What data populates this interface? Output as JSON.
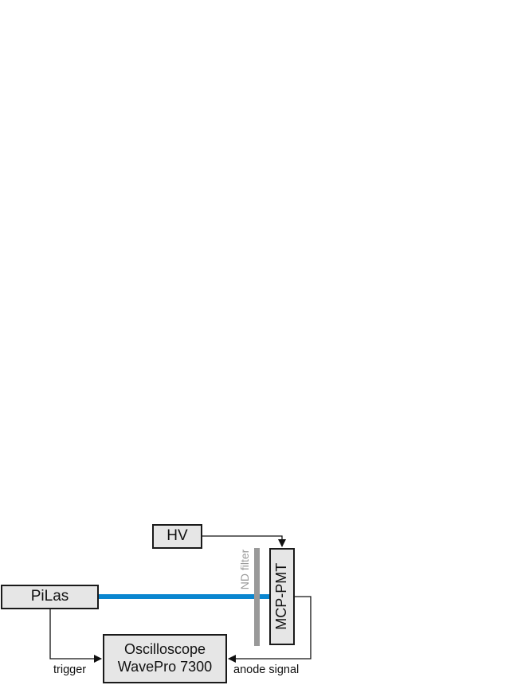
{
  "diagram": {
    "nodes": {
      "hv": {
        "label": "HV"
      },
      "pilas": {
        "label": "PiLas"
      },
      "oscilloscope": {
        "line1": "Oscilloscope",
        "line2": "WavePro 7300"
      },
      "mcp_pmt": {
        "label": "MCP-PMT"
      },
      "nd_filter": {
        "label": "ND filter"
      }
    },
    "edges": {
      "trigger": {
        "label": "trigger",
        "from": "PiLas",
        "to": "Oscilloscope"
      },
      "anode_signal": {
        "label": "anode signal",
        "from": "MCP-PMT",
        "to": "Oscilloscope"
      },
      "high_voltage": {
        "from": "HV",
        "to": "MCP-PMT"
      },
      "laser_beam": {
        "from": "PiLas",
        "to": "MCP-PMT",
        "via": "ND filter"
      }
    },
    "colors": {
      "box_fill": "#e6e6e6",
      "box_border": "#1a1a1a",
      "laser_beam": "#0a86d0",
      "nd_filter": "#999999",
      "wire": "#111111"
    }
  }
}
